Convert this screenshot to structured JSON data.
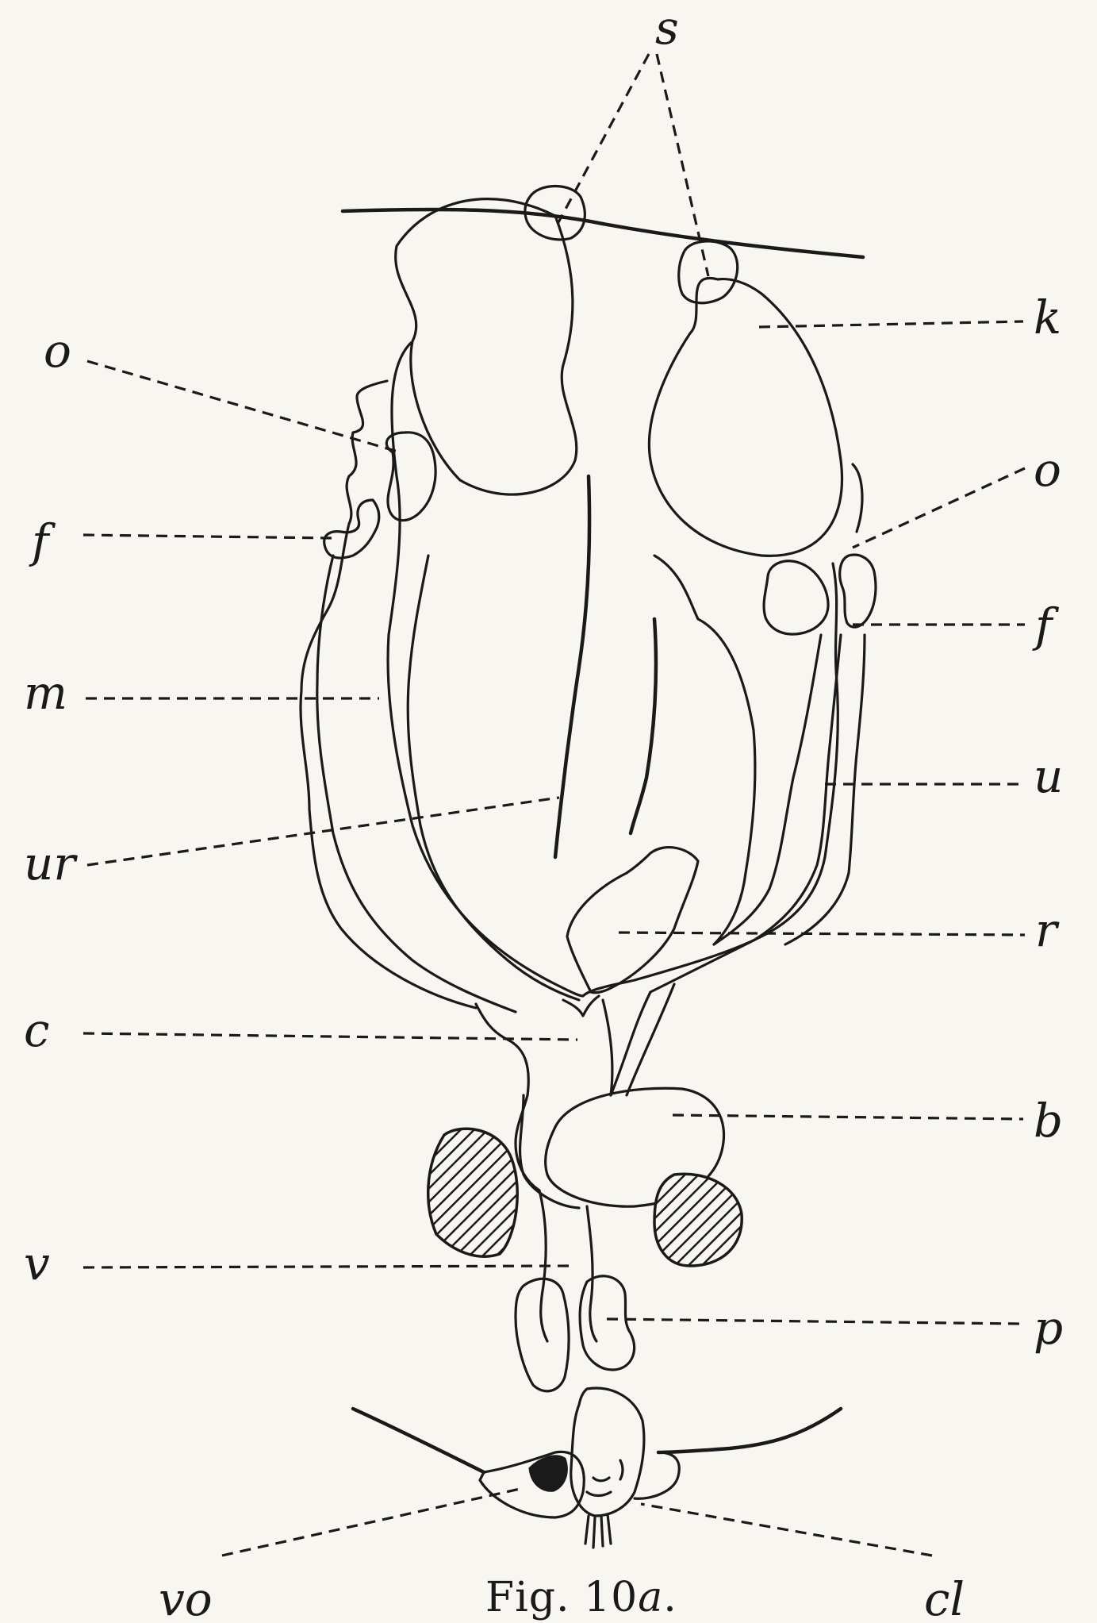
{
  "labels": {
    "s": "s",
    "k": "k",
    "o_left": "o",
    "o_right": "o",
    "f_left": "f",
    "f_right": "f",
    "m": "m",
    "u": "u",
    "ur": "ur",
    "r": "r",
    "c": "c",
    "b": "b",
    "v": "v",
    "p": "p",
    "vo": "vo",
    "cl": "cl"
  },
  "caption": {
    "prefix": "Fig. 10",
    "suffix": "a",
    "end": "."
  }
}
